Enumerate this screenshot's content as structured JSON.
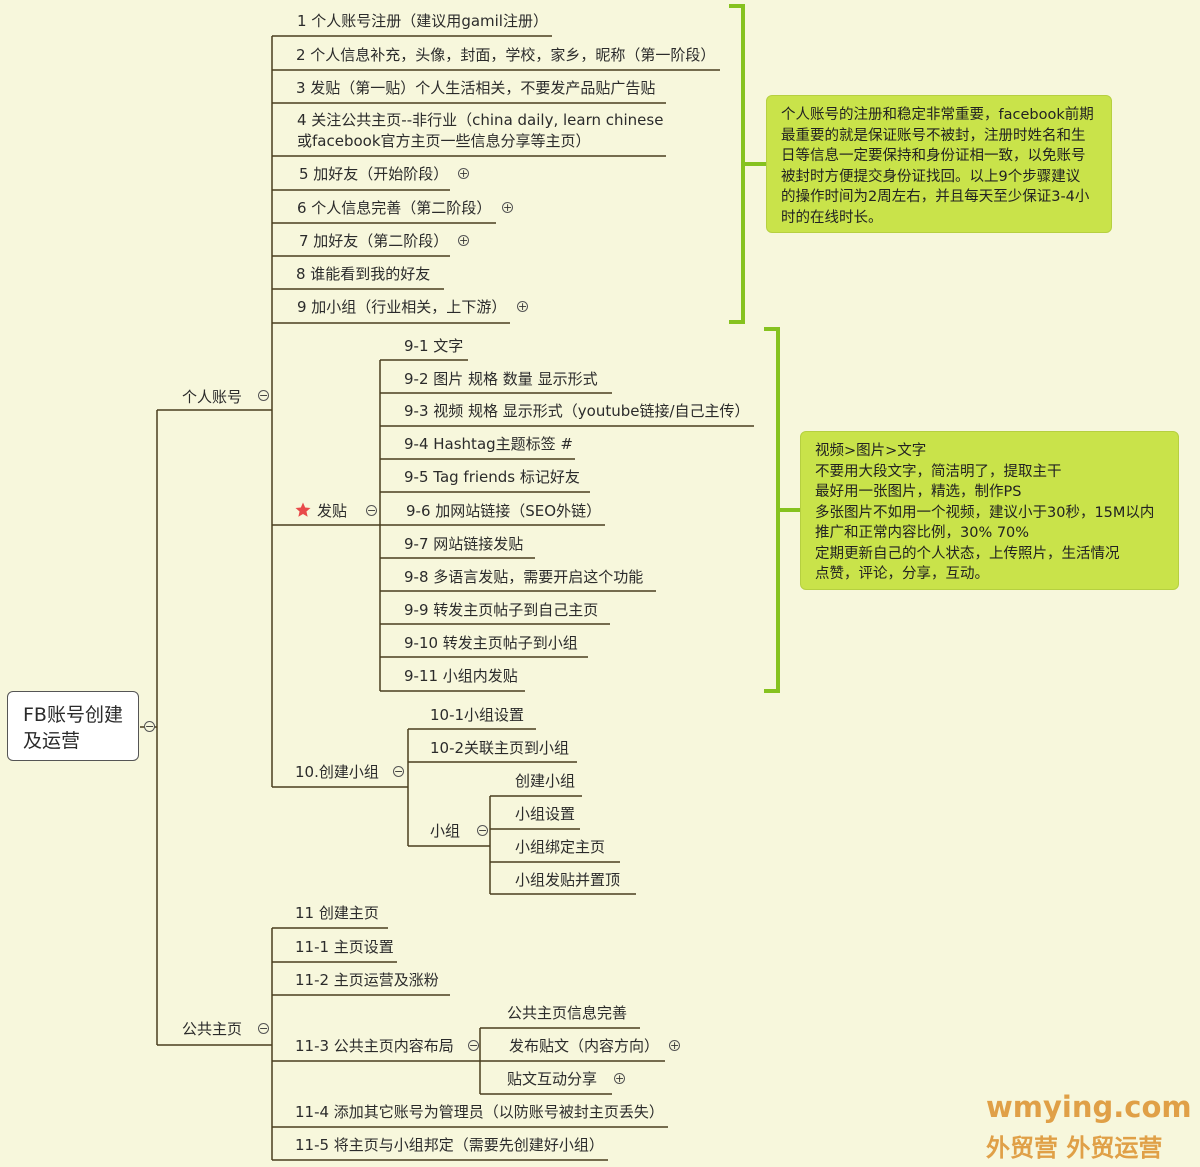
{
  "root": {
    "line1": "FB账号创建",
    "line2": "及运营"
  },
  "personal": {
    "label": "个人账号",
    "steps": [
      "1 个人账号注册（建议用gamil注册）",
      "2 个人信息补充，头像，封面，学校，家乡，昵称（第一阶段）",
      "3 发贴（第一贴）个人生活相关，不要发产品贴广告贴",
      "4 关注公共主页--非行业（china daily, learn chinese",
      "或facebook官方主页一些信息分享等主页）",
      "5 加好友（开始阶段）",
      "6 个人信息完善（第二阶段）",
      "7 加好友（第二阶段）",
      "8  谁能看到我的好友",
      "9 加小组（行业相关，上下游）"
    ],
    "posting": {
      "label": "发贴",
      "items": [
        "9-1 文字",
        "9-2 图片 规格 数量 显示形式",
        "9-3 视频 规格 显示形式（youtube链接/自己主传）",
        "9-4 Hashtag主题标签 #",
        "9-5 Tag friends 标记好友",
        "9-6 加网站链接（SEO外链）",
        "9-7 网站链接发贴",
        "9-8 多语言发贴，需要开启这个功能",
        "9-9 转发主页帖子到自己主页",
        "9-10 转发主页帖子到小组",
        "9-11 小组内发贴"
      ]
    },
    "group": {
      "label": "10.创建小组",
      "items": [
        "10-1小组设置",
        "10-2关联主页到小组"
      ],
      "sub": {
        "label": "小组",
        "items": [
          "创建小组",
          "小组设置",
          "小组绑定主页",
          "小组发贴并置顶"
        ]
      }
    }
  },
  "page": {
    "label": "公共主页",
    "items": [
      "11 创建主页",
      "11-1 主页设置",
      "11-2 主页运营及涨粉",
      "11-3 公共主页内容布局",
      "11-4 添加其它账号为管理员（以防账号被封主页丢失）",
      "11-5 将主页与小组邦定（需要先创建好小组）"
    ],
    "layout_items": [
      "公共主页信息完善",
      "发布贴文（内容方向）",
      "贴文互动分享"
    ]
  },
  "notes": {
    "account": [
      "个人账号的注册和稳定非常重要，facebook前期",
      "最重要的就是保证账号不被封，注册时姓名和生",
      "日等信息一定要保持和身份证相一致，以免账号",
      "被封时方便提交身份证找回。以上9个步骤建议",
      "的操作时间为2周左右，并且每天至少保证3-4小",
      "时的在线时长。"
    ],
    "posting": [
      "视频>图片>文字",
      "不要用大段文字，简洁明了，提取主干",
      "最好用一张图片，精选，制作PS",
      "多张图片不如用一个视频，建议小于30秒，15M以内",
      "推广和正常内容比例，30%  70%",
      "定期更新自己的个人状态，上传照片，生活情况",
      "点赞，评论，分享，互动。"
    ]
  },
  "watermark": {
    "line1": "wmying.com",
    "line2": "外贸营 外贸运营"
  },
  "colors": {
    "background": "#f7f7dc",
    "note": "#c9e34a",
    "bracket": "#86c21f",
    "line": "#4a3f1e",
    "watermark": "#e0a047",
    "star": "#e84a4a"
  }
}
